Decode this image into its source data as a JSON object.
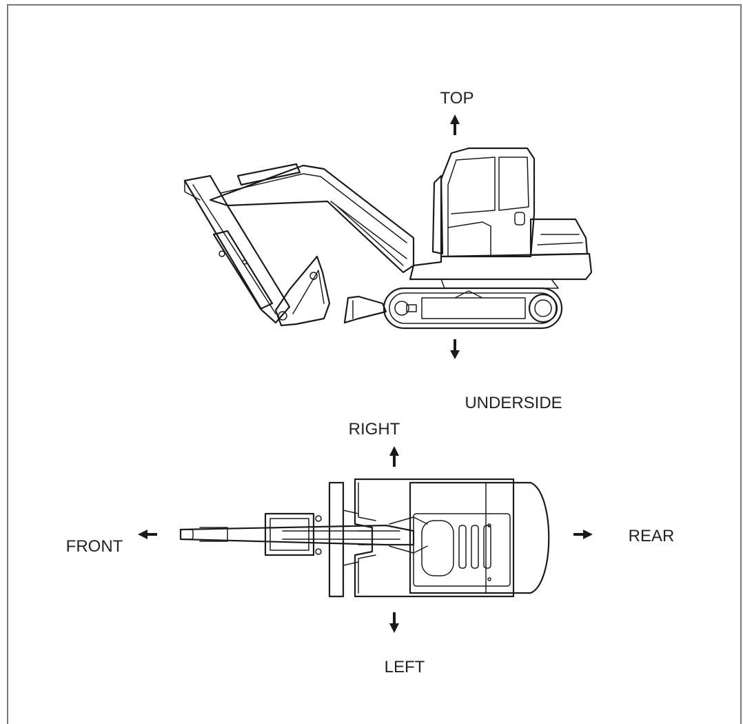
{
  "labels": {
    "top": "TOP",
    "underside": "UNDERSIDE",
    "right": "RIGHT",
    "front": "FRONT",
    "rear": "REAR",
    "left": "LEFT"
  }
}
